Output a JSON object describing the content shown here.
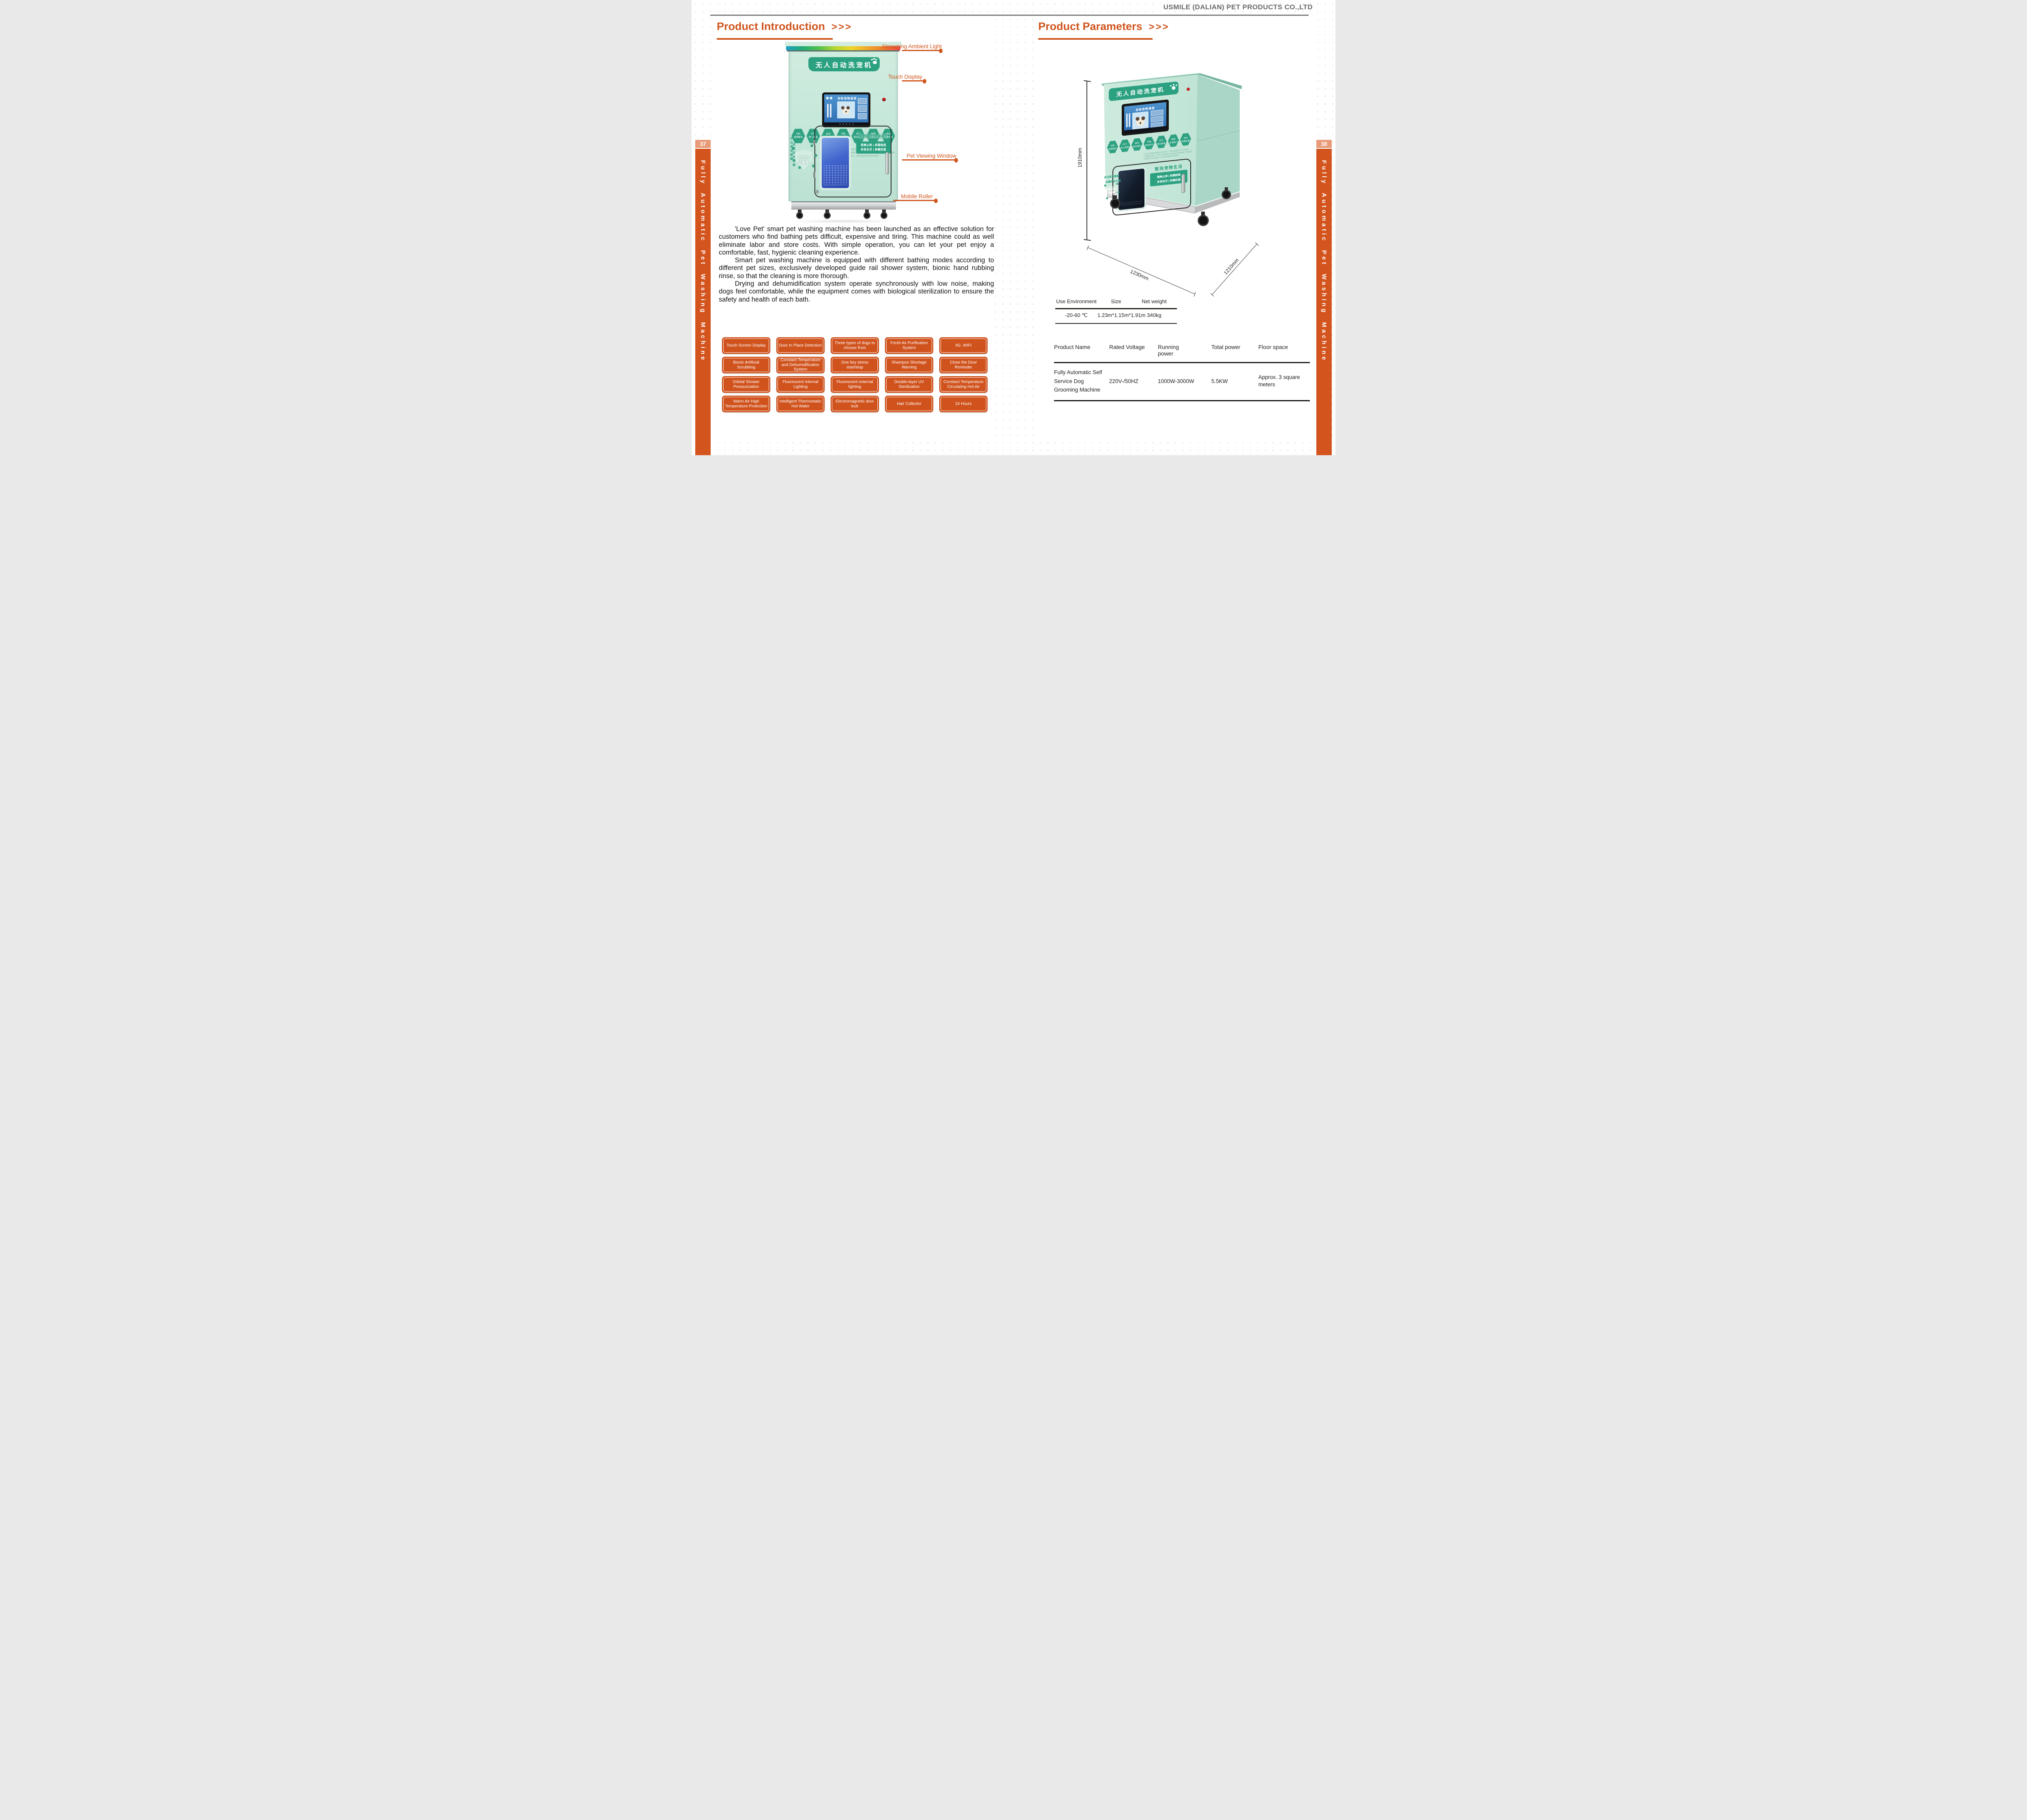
{
  "header": {
    "company": "USMILE (DALIAN) PET PRODUCTS CO.,LTD"
  },
  "sidebar": {
    "left_page_number": "37",
    "right_page_number": "38",
    "vertical_label": "Fully Automatic Pet Washing Machine"
  },
  "left_page": {
    "title": "Product Introduction",
    "title_arrows": ">>>",
    "callouts": {
      "ambient": "Streaming Ambient Light",
      "touch": "Touch Display",
      "window": "Pet Viewing Window",
      "roller": "Mobile Roller"
    },
    "paragraphs": [
      "'Love Pet' smart pet washing machine has been launched as an effective solution for customers who find bathing pets difficult, expensive and tiring. This machine could as well eliminate labor and store costs. With simple operation, you can let your pet enjoy a comfortable, fast, hygienic cleaning experience.",
      "Smart pet washing machine is equipped with different bathing modes according to different pet sizes, exclusively developed guide rail shower system, bionic hand rubbing rinse, so that the cleaning is more thorough.",
      "Drying and dehumidification system operate synchronously with low noise, making dogs feel comfortable, while the equipment comes with biological sterilization to ensure the safety and health of each bath."
    ],
    "features": [
      "Touch Screen Display",
      "Door In Place Detection",
      "Three types of dogs to choose from",
      "Fresh Air Purification System",
      "4G. WIFI",
      "Bionic Artificial Scrubbing",
      "Constant Temperature and Dehumidification System",
      "One key stress start/stop",
      "Shampoo Shortage Warning",
      "Close the Door Reminder",
      "Orbital Shower Pressurization",
      "Fluorescent Internal Lighting",
      "Fluorescent external lighting",
      "Double-layer UV Sterilization",
      "Constant Temperature Circulating Hot Air",
      "Warm Air High Temperature Protection",
      "Intelligent Thermostatic Hot Water",
      "Electromagnetic door lock",
      "Hair Collector",
      "24 Hours"
    ]
  },
  "machine": {
    "banner": "无人自动洗宠机",
    "screen_title": "自助宠物澡堂",
    "steps": [
      {
        "l1": "扫码",
        "l2": "选择模式"
      },
      {
        "l1": "开门",
        "l2": "放入爱宠"
      },
      {
        "l1": "启动",
        "l2": "自动清洁"
      },
      {
        "l1": "开始",
        "l2": "自动烘干"
      },
      {
        "l1": "开门",
        "l2": "取出爱宠"
      },
      {
        "l1": "结束",
        "l2": "关闭舱门"
      },
      {
        "l1": "自动",
        "l2": "消毒杀菌"
      }
    ],
    "notice_lines": [
      "1.如初次使用宠物感受会呈现不适，可通过透明窗与之互动安抚。",
      "2.如遇紧急情况，请按右上角紧急停止按钮后打开设备舱门安抚宠物",
      "3.使用后务必关闭舱门，待自动消毒程序后再使用"
    ],
    "window_headline": "智洗宠物生活",
    "window_box_line1": "清爽止痒 | 抑菌除臭",
    "window_box_line2": "多效去污 | 抑螨抗風",
    "side_text1": "关注爱宠健康",
    "side_text2": "双重安全灭菌",
    "shield_percent": "99.9%",
    "shield_label": "灭菌率"
  },
  "right_page": {
    "title": "Product Parameters",
    "title_arrows": ">>>",
    "dimensions": {
      "height": "1910mm",
      "width": "1230mm",
      "depth": "1210mm"
    },
    "table1": {
      "headers": [
        "Use Environment",
        "Size",
        "Net weight"
      ],
      "values": [
        "-20-60 ℃",
        "1.23m*1.15m*1.91m",
        "340kg"
      ]
    },
    "table2": {
      "headers": [
        "Product Name",
        "Rated Voltage",
        "Running power",
        "Total power",
        "Floor space"
      ],
      "row": {
        "product_name": "Fully Automatic Self Service Dog Grooming Machine",
        "rated_voltage": "220V-/50HZ",
        "running_power": "1000W-3000W",
        "total_power": "5.5KW",
        "floor_space": "Approx. 3 square meters"
      }
    }
  },
  "colors": {
    "accent_orange": "#d0541c",
    "badge_salmon": "#e89b79",
    "machine_mint": "#c6e8db",
    "brand_green": "#2ca181"
  }
}
